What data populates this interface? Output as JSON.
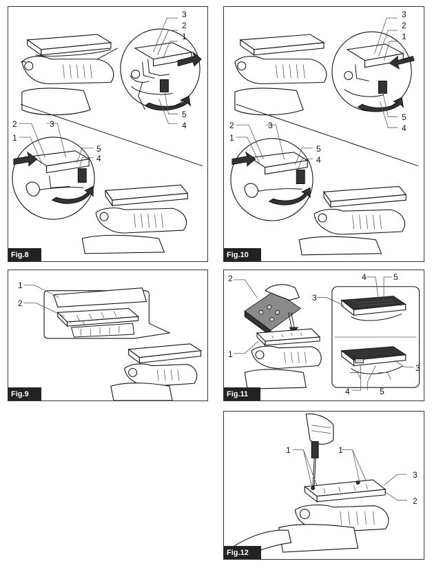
{
  "figures": {
    "fig8": {
      "label": "Fig.8",
      "callouts": [
        "3",
        "2",
        "1",
        "5",
        "4",
        "2",
        "3",
        "1",
        "5",
        "4"
      ]
    },
    "fig10": {
      "label": "Fig.10",
      "callouts": [
        "3",
        "2",
        "1",
        "5",
        "4",
        "2",
        "3",
        "1",
        "5",
        "4"
      ]
    },
    "fig9": {
      "label": "Fig.9",
      "callouts": [
        "1",
        "2"
      ]
    },
    "fig11": {
      "label": "Fig.11",
      "callouts": [
        "2",
        "1",
        "3",
        "4",
        "5",
        "3",
        "4",
        "5"
      ]
    },
    "fig12": {
      "label": "Fig.12",
      "callouts": [
        "1",
        "1",
        "3",
        "2"
      ]
    }
  }
}
